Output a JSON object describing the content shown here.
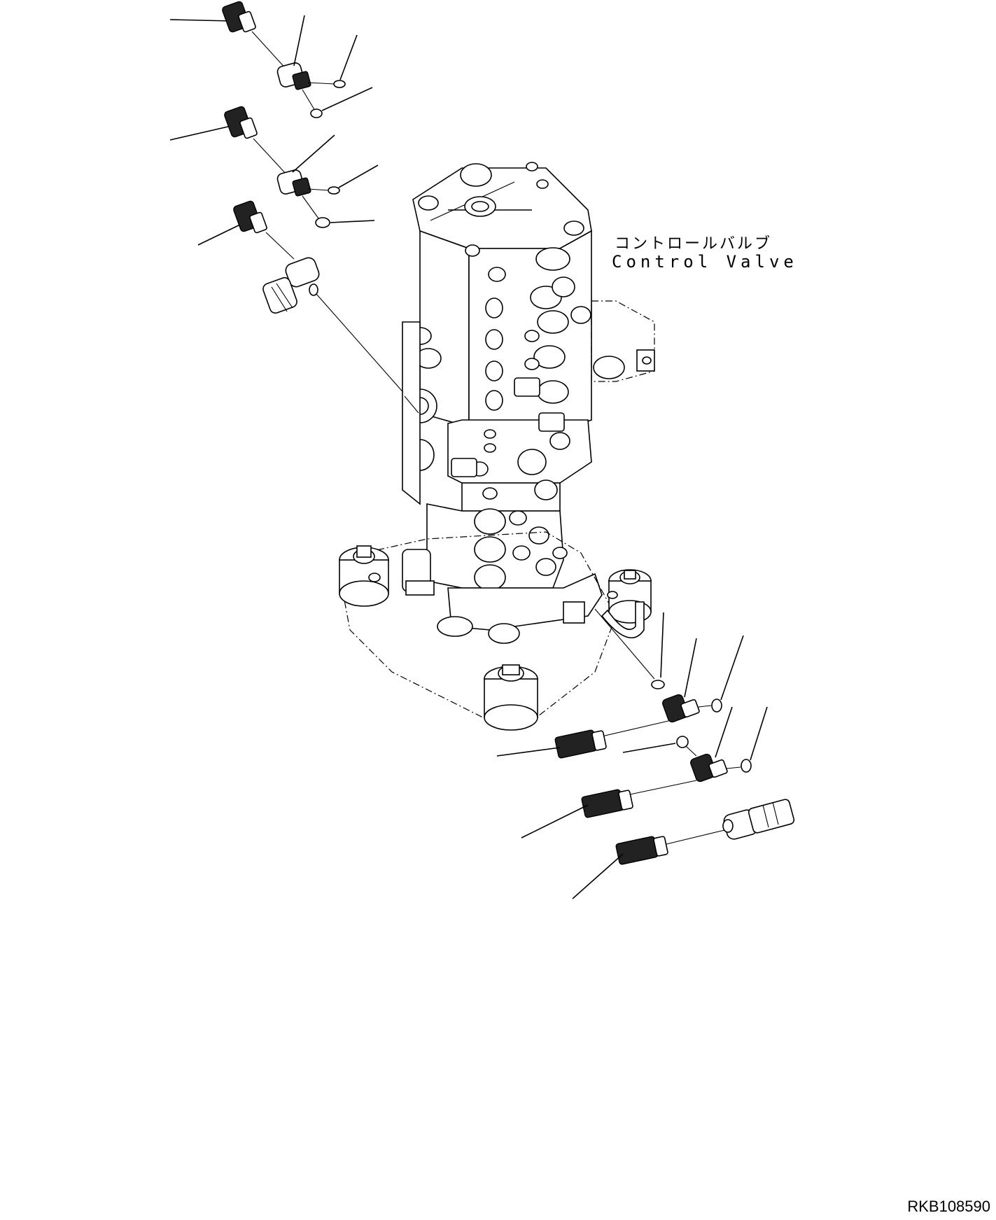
{
  "labels": {
    "component_jp": "コントロールバルブ",
    "component_en": "Control Valve",
    "drawing_number": "RKB108590"
  }
}
